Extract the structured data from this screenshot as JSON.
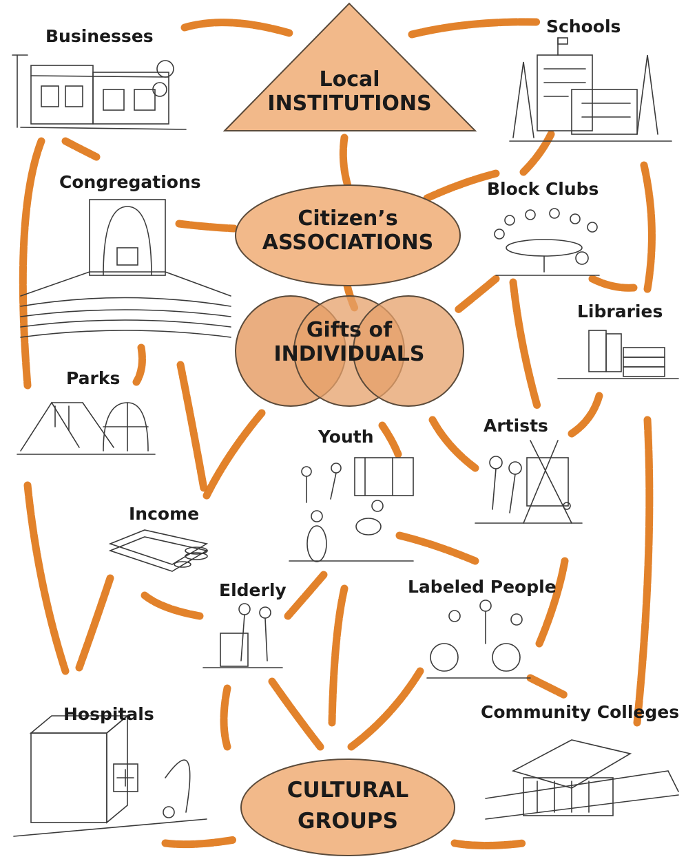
{
  "core": {
    "institutions": {
      "line1": "Local",
      "line2": "INSTITUTIONS"
    },
    "associations": {
      "line1": "Citizen’s",
      "line2": "ASSOCIATIONS"
    },
    "individuals": {
      "line1": "Gifts of",
      "line2": "INDIVIDUALS"
    },
    "cultural": {
      "line1": "CULTURAL",
      "line2": "GROUPS"
    }
  },
  "assets": {
    "businesses": "Businesses",
    "schools": "Schools",
    "congregations": "Congregations",
    "block_clubs": "Block Clubs",
    "libraries": "Libraries",
    "parks": "Parks",
    "youth": "Youth",
    "artists": "Artists",
    "income": "Income",
    "elderly": "Elderly",
    "labeled_people": "Labeled People",
    "hospitals": "Hospitals",
    "community_colleges": "Community Colleges"
  },
  "colors": {
    "shape_fill": "#f2b98a",
    "shape_stroke": "#5a4a3a",
    "venn_fill": "#e6a06a",
    "arrow": "#e07b20",
    "text": "#1a1a1a",
    "sketch_line": "#3a3a3a"
  }
}
